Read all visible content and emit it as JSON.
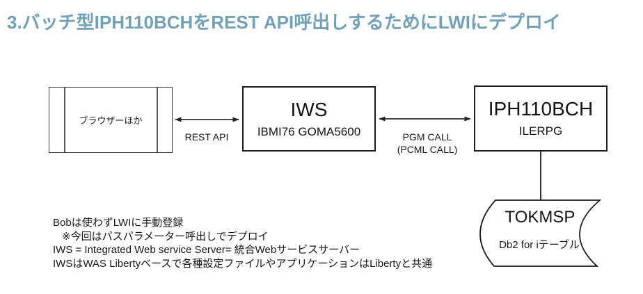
{
  "page": {
    "title": "3.バッチ型IPH110BCHをREST API呼出しするためにLWIにデプロイ"
  },
  "colors": {
    "title": "#72a0b5",
    "line": "#2f2f2f"
  },
  "nodes": {
    "browser": {
      "label": "ブラウザーほか"
    },
    "iws": {
      "title": "IWS",
      "subtitle": "IBMI76 GOMA5600"
    },
    "iph": {
      "title": "IPH110BCH",
      "subtitle": "ILERPG"
    },
    "db": {
      "title": "TOKMSP",
      "subtitle": "Db2 for iテーブル"
    }
  },
  "connections": {
    "rest": {
      "label": "REST API"
    },
    "pgm": {
      "label_line1": "PGM CALL",
      "label_line2": "(PCML CALL)"
    }
  },
  "notes": {
    "lines": [
      "Bobは使わずLWIに手動登録",
      "※今回はパスパラメーター呼出しでデプロイ",
      "IWS = Integrated Web service Server= 統合Webサービスサーバー",
      "IWSはWAS Libertyベースで各種設定ファイルやアプリケーションはLibertyと共通"
    ]
  }
}
